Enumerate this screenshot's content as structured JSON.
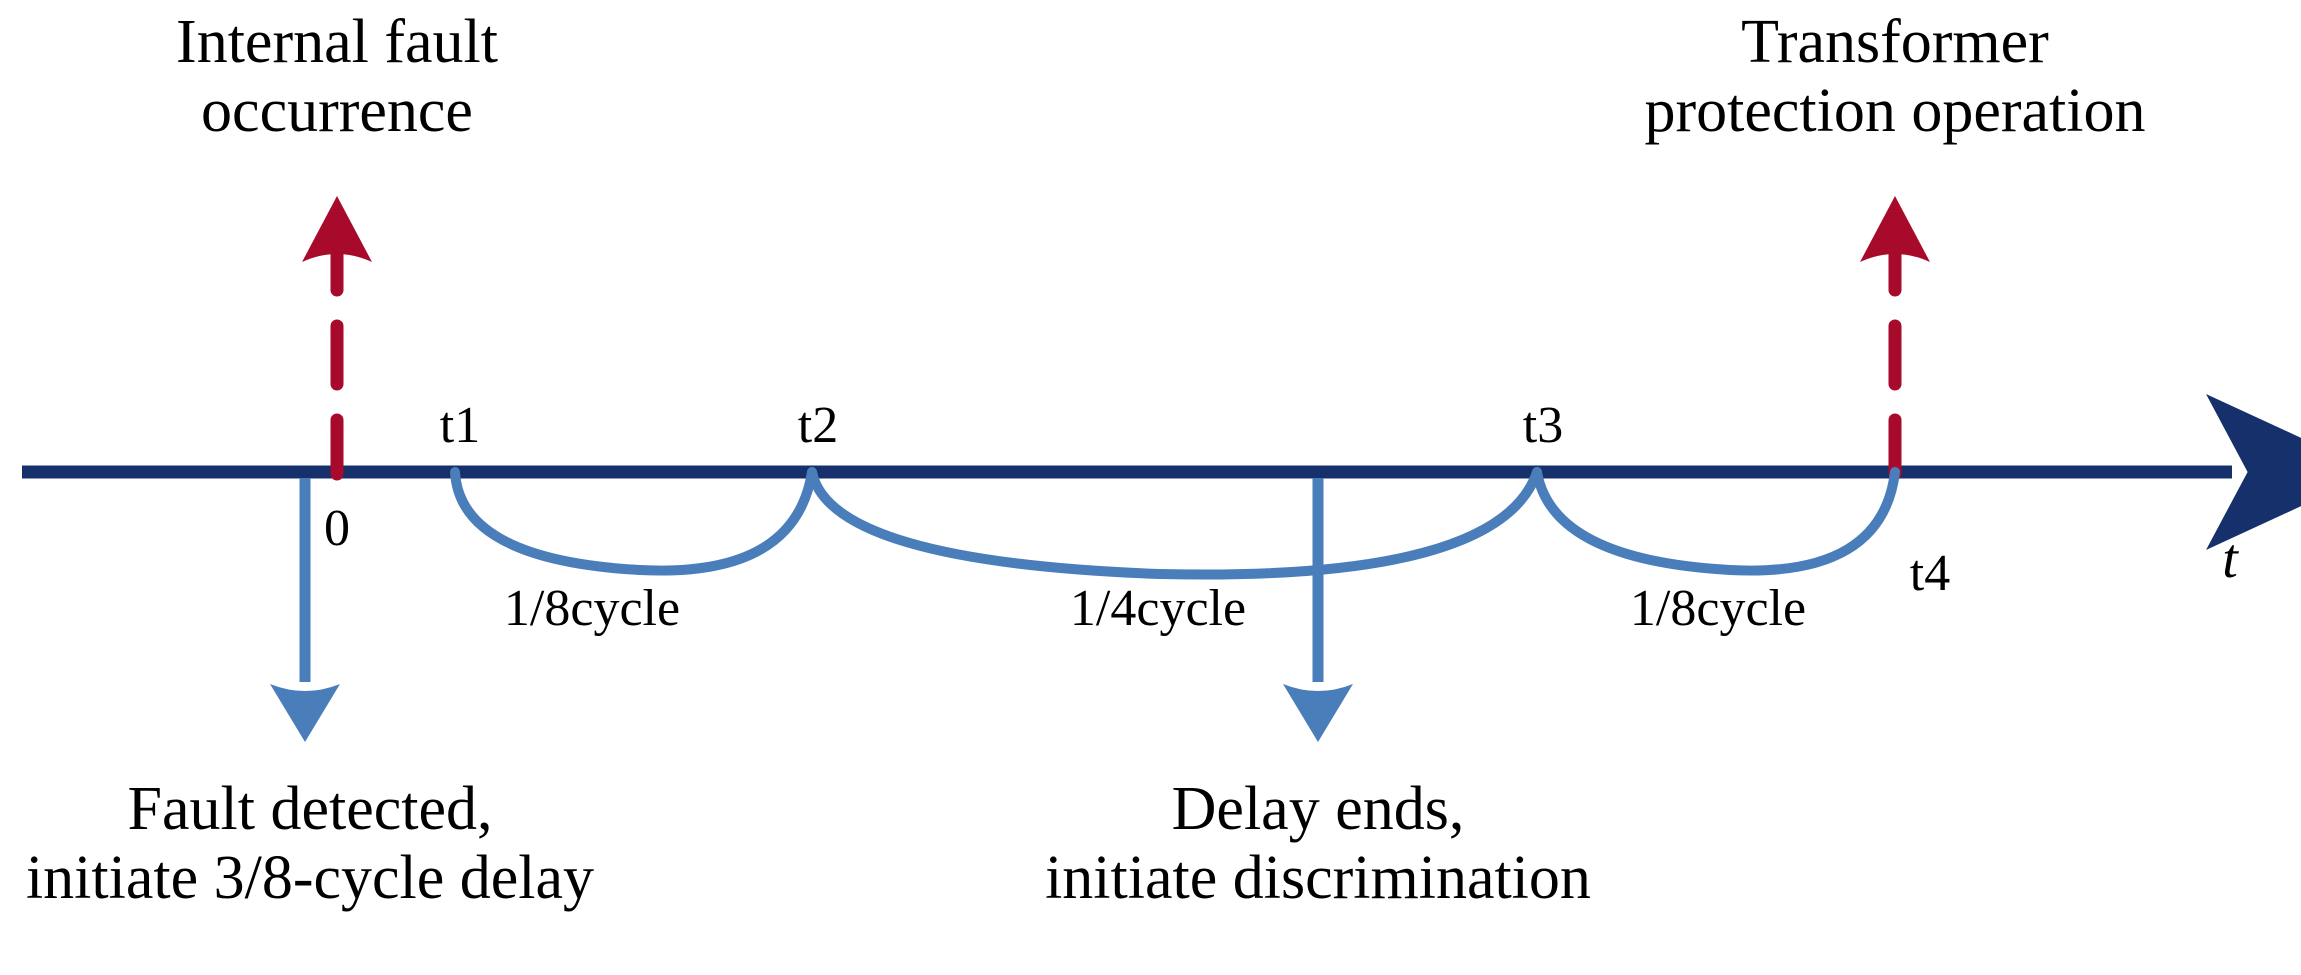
{
  "figure": {
    "kind": "timeline-diagram",
    "subject": "Transformer internal-fault protection timing sequence",
    "background_color": "#FFFFFF"
  },
  "colors": {
    "axis": "#16306B",
    "event_marker_red": "#A80A2B",
    "arc_blue": "#4A7EBB",
    "text": "#000000"
  },
  "axis": {
    "variable_label": "t",
    "origin_label": "0",
    "direction": "left-to-right",
    "arrowhead": "right"
  },
  "ticks": [
    {
      "id": "t1",
      "label": "t1"
    },
    {
      "id": "t2",
      "label": "t2"
    },
    {
      "id": "t3",
      "label": "t3"
    },
    {
      "id": "t4",
      "label": "t4"
    }
  ],
  "intervals": [
    {
      "from": "t1",
      "to": "t2",
      "label": "1/8cycle"
    },
    {
      "from": "t2",
      "to": "t3",
      "label": "1/4cycle"
    },
    {
      "from": "t3",
      "to": "t4",
      "label": "1/8cycle"
    }
  ],
  "annotations_above": [
    {
      "id": "internal-fault-occurrence",
      "line1": "Internal fault",
      "line2": "occurrence",
      "marker": "red-dashed-up-arrow",
      "at": "0"
    },
    {
      "id": "transformer-protection-operation",
      "line1": "Transformer",
      "line2": "protection operation",
      "marker": "red-dashed-up-arrow",
      "at": "t4"
    }
  ],
  "annotations_below": [
    {
      "id": "fault-detected",
      "line1": "Fault detected,",
      "line2": "initiate 3/8-cycle delay",
      "marker": "blue-down-arrow",
      "at": "t1"
    },
    {
      "id": "delay-ends",
      "line1": "Delay ends,",
      "line2": "initiate discrimination",
      "marker": "blue-down-arrow",
      "at": "t3"
    }
  ]
}
